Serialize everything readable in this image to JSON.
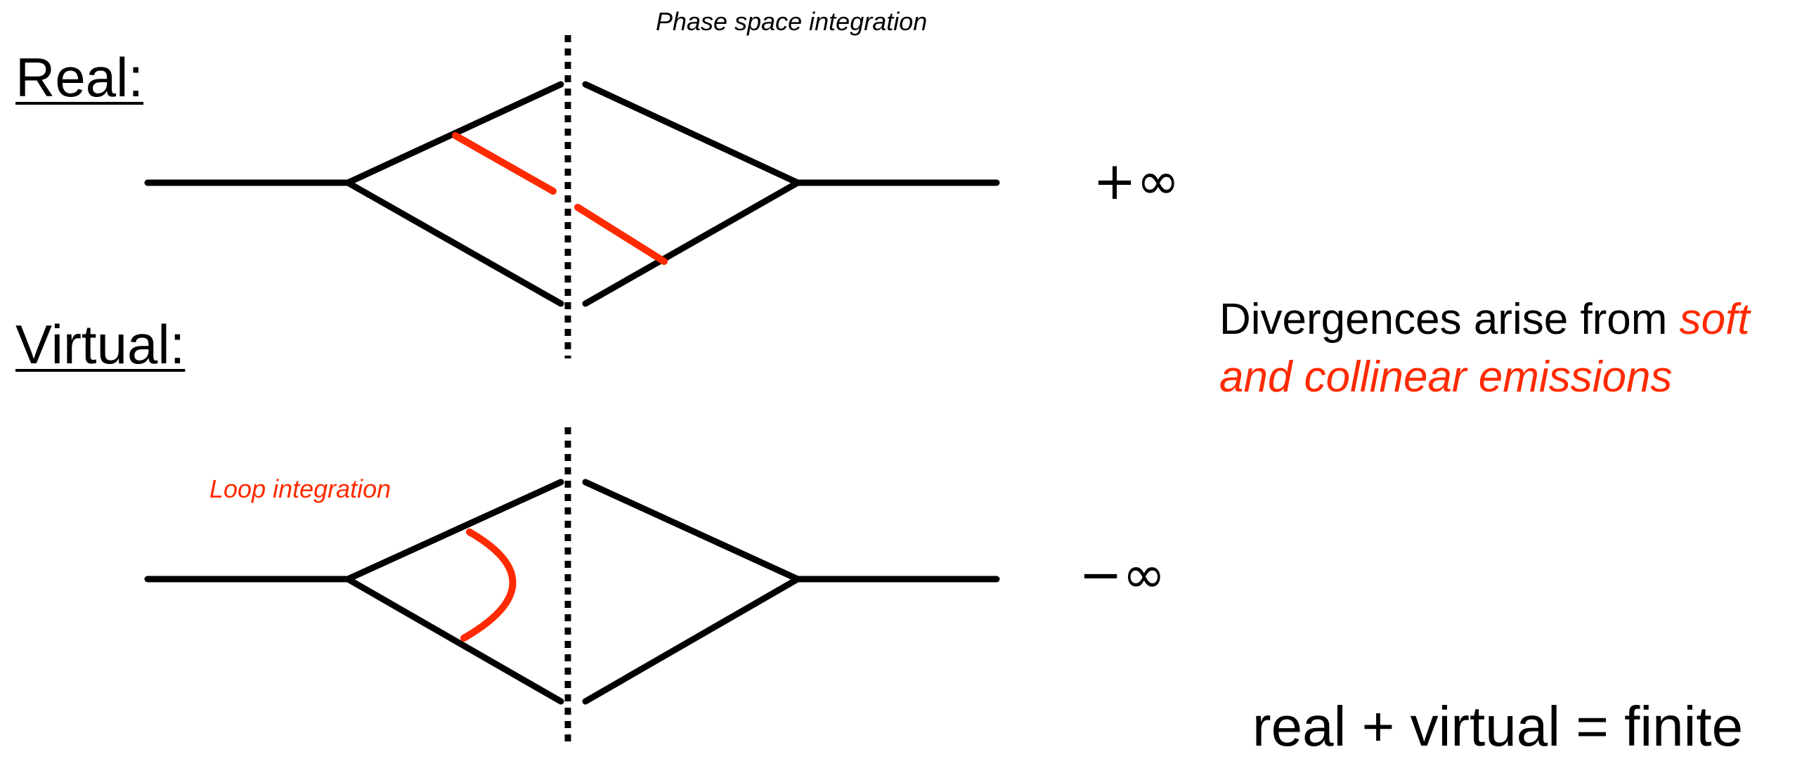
{
  "real_section": {
    "label": "Real:",
    "integration_caption": "Phase space integration",
    "result": "+∞"
  },
  "virtual_section": {
    "label": "Virtual:",
    "integration_caption": "Loop integration",
    "result": "−∞"
  },
  "divergence_statement": {
    "lead": "Divergences arise from ",
    "highlight_line1": "soft",
    "highlight_line2": "and collinear emissions"
  },
  "summary": "real + virtual = finite",
  "colors": {
    "line": "#000000",
    "emission": "#ff2a00",
    "text": "#000000"
  }
}
